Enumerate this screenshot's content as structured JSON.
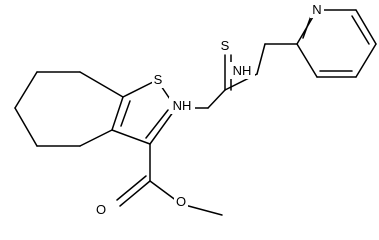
{
  "diagram": {
    "type": "chemical-structure",
    "colors": {
      "bond": "#000000",
      "text": "#000000",
      "background": "#ffffff"
    },
    "atom_labels": {
      "thiophene_sulfur": "S",
      "thiocarbonyl_sulfur": "S",
      "amide_nh_left": "NH",
      "amide_nh_right": "NH",
      "pyridine_nitrogen": "N",
      "carbonyl_oxygen": "O",
      "ester_oxygen": "O"
    }
  }
}
